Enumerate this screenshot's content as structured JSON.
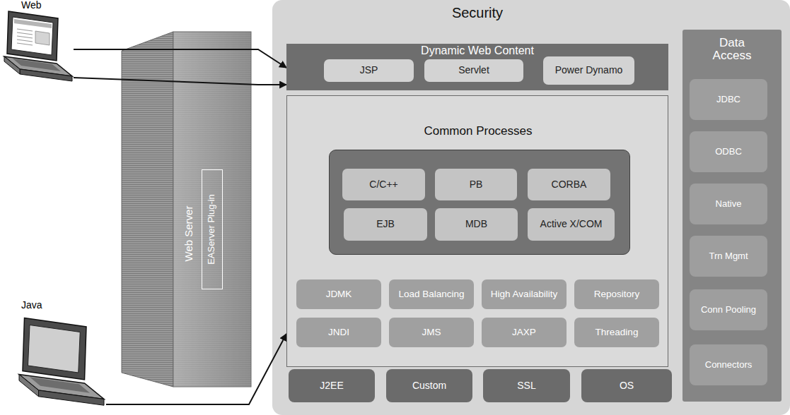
{
  "diagram": {
    "nodes": [
      {
        "text": [
          "Web"
        ]
      },
      {
        "text": [
          "Web Server"
        ]
      },
      {
        "text": [
          "EAServer Plug-in"
        ],
        "in": 1
      },
      {
        "text": [
          "Java"
        ]
      },
      {
        "text": [
          "Security"
        ]
      },
      {
        "text": [
          "Dynamic Web Content"
        ],
        "in": 4
      },
      {
        "text": [
          "JSP"
        ],
        "in": 5
      },
      {
        "text": [
          "Servlet"
        ],
        "in": 5
      },
      {
        "text": [
          "Power Dynamo"
        ],
        "in": 5
      },
      {
        "text": [
          "Data Access"
        ],
        "in": 4
      },
      {
        "text": [
          "JDBC"
        ],
        "in": 9
      },
      {
        "text": [
          "ODBC"
        ],
        "in": 9
      },
      {
        "text": [
          "Native"
        ],
        "in": 9
      },
      {
        "text": [
          "Trn Mgmt"
        ],
        "in": 9
      },
      {
        "text": [
          "Conn Pooling"
        ],
        "in": 9
      },
      {
        "text": [
          "Connectors"
        ],
        "in": 9
      },
      {
        "text": [
          "Common Processes"
        ],
        "in": 4
      },
      {
        "text": [
          "C/C++"
        ],
        "in": 16
      },
      {
        "text": [
          "PB"
        ],
        "in": 16
      },
      {
        "text": [
          "CORBA"
        ],
        "in": 16
      },
      {
        "text": [
          "EJB"
        ],
        "in": 16
      },
      {
        "text": [
          "MDB"
        ],
        "in": 16
      },
      {
        "text": [
          "Active X/COM"
        ],
        "in": 16
      },
      {
        "text": [
          "JDMK"
        ],
        "in": 16
      },
      {
        "text": [
          "Load Balancing"
        ],
        "in": 16
      },
      {
        "text": [
          "High Availability"
        ],
        "in": 16
      },
      {
        "text": [
          "Repository"
        ],
        "in": 16
      },
      {
        "text": [
          "JNDI"
        ],
        "in": 16
      },
      {
        "text": [
          "JMS"
        ],
        "in": 16
      },
      {
        "text": [
          "JAXP"
        ],
        "in": 16
      },
      {
        "text": [
          "Threading"
        ],
        "in": 16
      },
      {
        "text": [
          "J2EE"
        ],
        "in": 4
      },
      {
        "text": [
          "Custom"
        ],
        "in": 4
      },
      {
        "text": [
          "SSL"
        ],
        "in": 4
      },
      {
        "text": [
          "OS"
        ],
        "in": 4
      }
    ],
    "edges": [
      {
        "from": 0,
        "to": 5,
        "arrow": "to"
      },
      {
        "from": 0,
        "to": 5,
        "arrow": "to"
      },
      {
        "from": 3,
        "to": 16,
        "arrow": "to"
      }
    ]
  }
}
